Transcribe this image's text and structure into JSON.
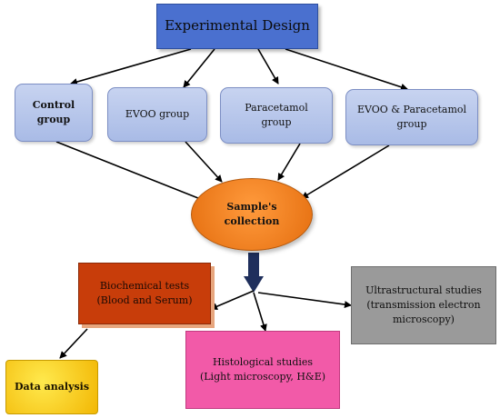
{
  "diagram": {
    "title": "Experimental Design",
    "groups": [
      {
        "line1": "Control",
        "line2": "group"
      },
      {
        "line1": "EVOO group",
        "line2": ""
      },
      {
        "line1": "Paracetamol",
        "line2": "group"
      },
      {
        "line1": "EVOO & Paracetamol",
        "line2": "group"
      }
    ],
    "sample": {
      "line1": "Sample's",
      "line2": "collection"
    },
    "biochemical": {
      "line1": "Biochemical tests",
      "line2": "(Blood and Serum)"
    },
    "ultrastructural": {
      "line1": "Ultrastructural studies",
      "line2": "(transmission electron",
      "line3": "microscopy)"
    },
    "histological": {
      "line1": "Histological studies",
      "line2": "(Light microscopy, H&E)"
    },
    "data_analysis": "Data analysis"
  },
  "colors": {
    "title_box": "#4a70cf",
    "group_box": "#b3c3ea",
    "sample_ellipse": "#f28a24",
    "biochemical_box": "#c83d0a",
    "ultrastructural_box": "#9a9a9a",
    "histological_box": "#f25aa8",
    "data_analysis_box": "#f7d21c",
    "arrow": "#000000",
    "thick_arrow": "#1f2f5c"
  }
}
